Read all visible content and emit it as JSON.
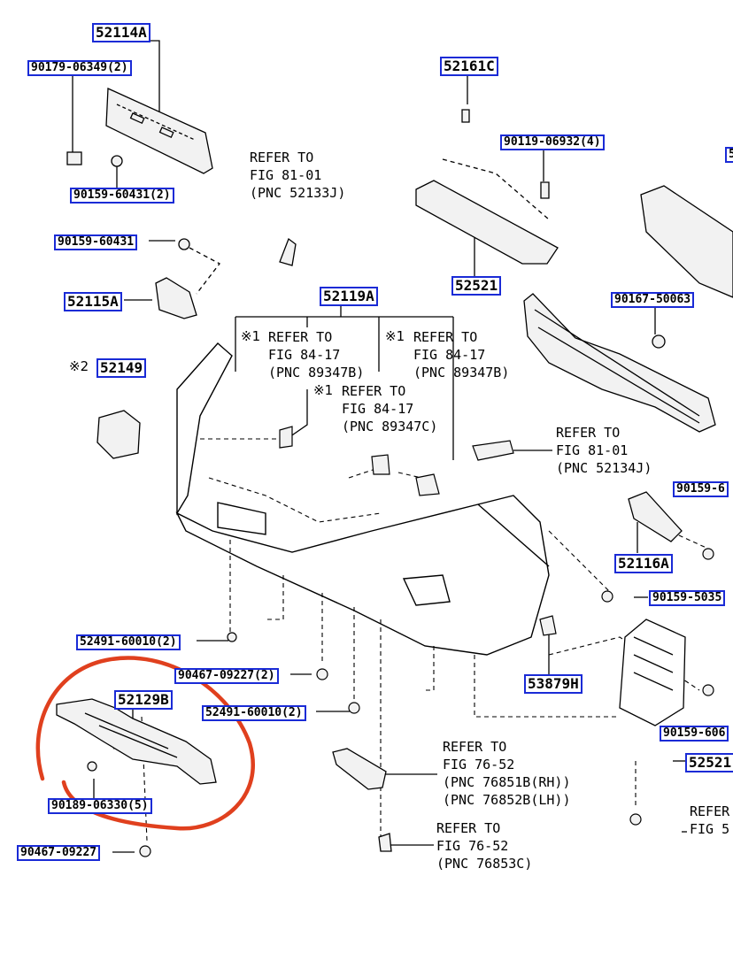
{
  "part_labels": {
    "p52114A": "52114A",
    "p90179": "90179-06349(2)",
    "p90159_604312": "90159-60431(2)",
    "p90159_60431": "90159-60431",
    "p52115A": "52115A",
    "p52149": "52149",
    "p52161C": "52161C",
    "p90119": "90119-06932(4)",
    "p52521": "52521",
    "p90167": "90167-50063",
    "p52119A": "52119A",
    "p90159_6_right": "90159-6",
    "p52116A": "52116A",
    "p90159_5035": "90159-5035",
    "p52491_top": "52491-60010(2)",
    "p90467_2": "90467-09227(2)",
    "p52129B": "52129B",
    "p52491_bottom": "52491-60010(2)",
    "p90189": "90189-06330(5)",
    "p90467": "90467-09227",
    "p53879H": "53879H",
    "p90159_606": "90159-606",
    "p52521_right": "52521",
    "p_right_edge": "5"
  },
  "notes": {
    "n81_01_52133J": [
      "REFER TO",
      "FIG 81-01",
      "(PNC 52133J)"
    ],
    "n84_17_B_left": [
      "REFER TO",
      "FIG 84-17",
      "(PNC 89347B)"
    ],
    "n84_17_B_right": [
      "REFER TO",
      "FIG 84-17",
      "(PNC 89347B)"
    ],
    "n84_17_C": [
      "REFER TO",
      "FIG 84-17",
      "(PNC 89347C)"
    ],
    "n81_01_52134J": [
      "REFER TO",
      "FIG 81-01",
      "(PNC 52134J)"
    ],
    "n76_52_B": [
      "REFER TO",
      "FIG 76-52",
      "(PNC 76851B(RH))",
      "(PNC 76852B(LH))"
    ],
    "n76_52_C": [
      "REFER TO",
      "FIG 76-52",
      "(PNC 76853C)"
    ],
    "n_right_cut": [
      "REFER",
      "FIG 5"
    ]
  },
  "marks": {
    "m1a": "※1",
    "m1b": "※1",
    "m1c": "※1",
    "m2": "※2"
  },
  "colors": {
    "label_border": "#1a2bd6",
    "highlight_circle": "#e0401e",
    "line_art": "#000000"
  }
}
